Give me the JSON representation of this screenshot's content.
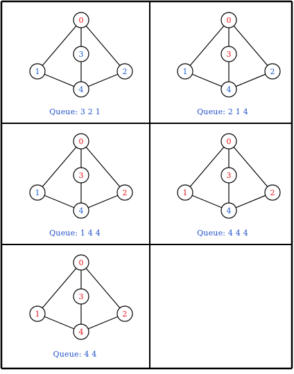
{
  "colors": {
    "visited": "#e8151b",
    "unvisited": "#2260d0",
    "edge": "#000000",
    "grid": "#000000"
  },
  "graph": {
    "nodes": [
      "0",
      "1",
      "2",
      "3",
      "4"
    ],
    "edges": [
      [
        "0",
        "1"
      ],
      [
        "0",
        "2"
      ],
      [
        "0",
        "3"
      ],
      [
        "3",
        "4"
      ],
      [
        "1",
        "4"
      ],
      [
        "2",
        "4"
      ]
    ]
  },
  "panels": [
    {
      "queue_label": "Queue: 3 2 1",
      "visited": [
        "0"
      ]
    },
    {
      "queue_label": "Queue: 2 1 4",
      "visited": [
        "0",
        "3"
      ]
    },
    {
      "queue_label": "Queue: 1 4 4",
      "visited": [
        "0",
        "3",
        "2"
      ]
    },
    {
      "queue_label": "Queue: 4 4 4",
      "visited": [
        "0",
        "3",
        "2",
        "1"
      ]
    },
    {
      "queue_label": "Queue: 4 4",
      "visited": [
        "0",
        "3",
        "2",
        "1",
        "4"
      ]
    }
  ]
}
